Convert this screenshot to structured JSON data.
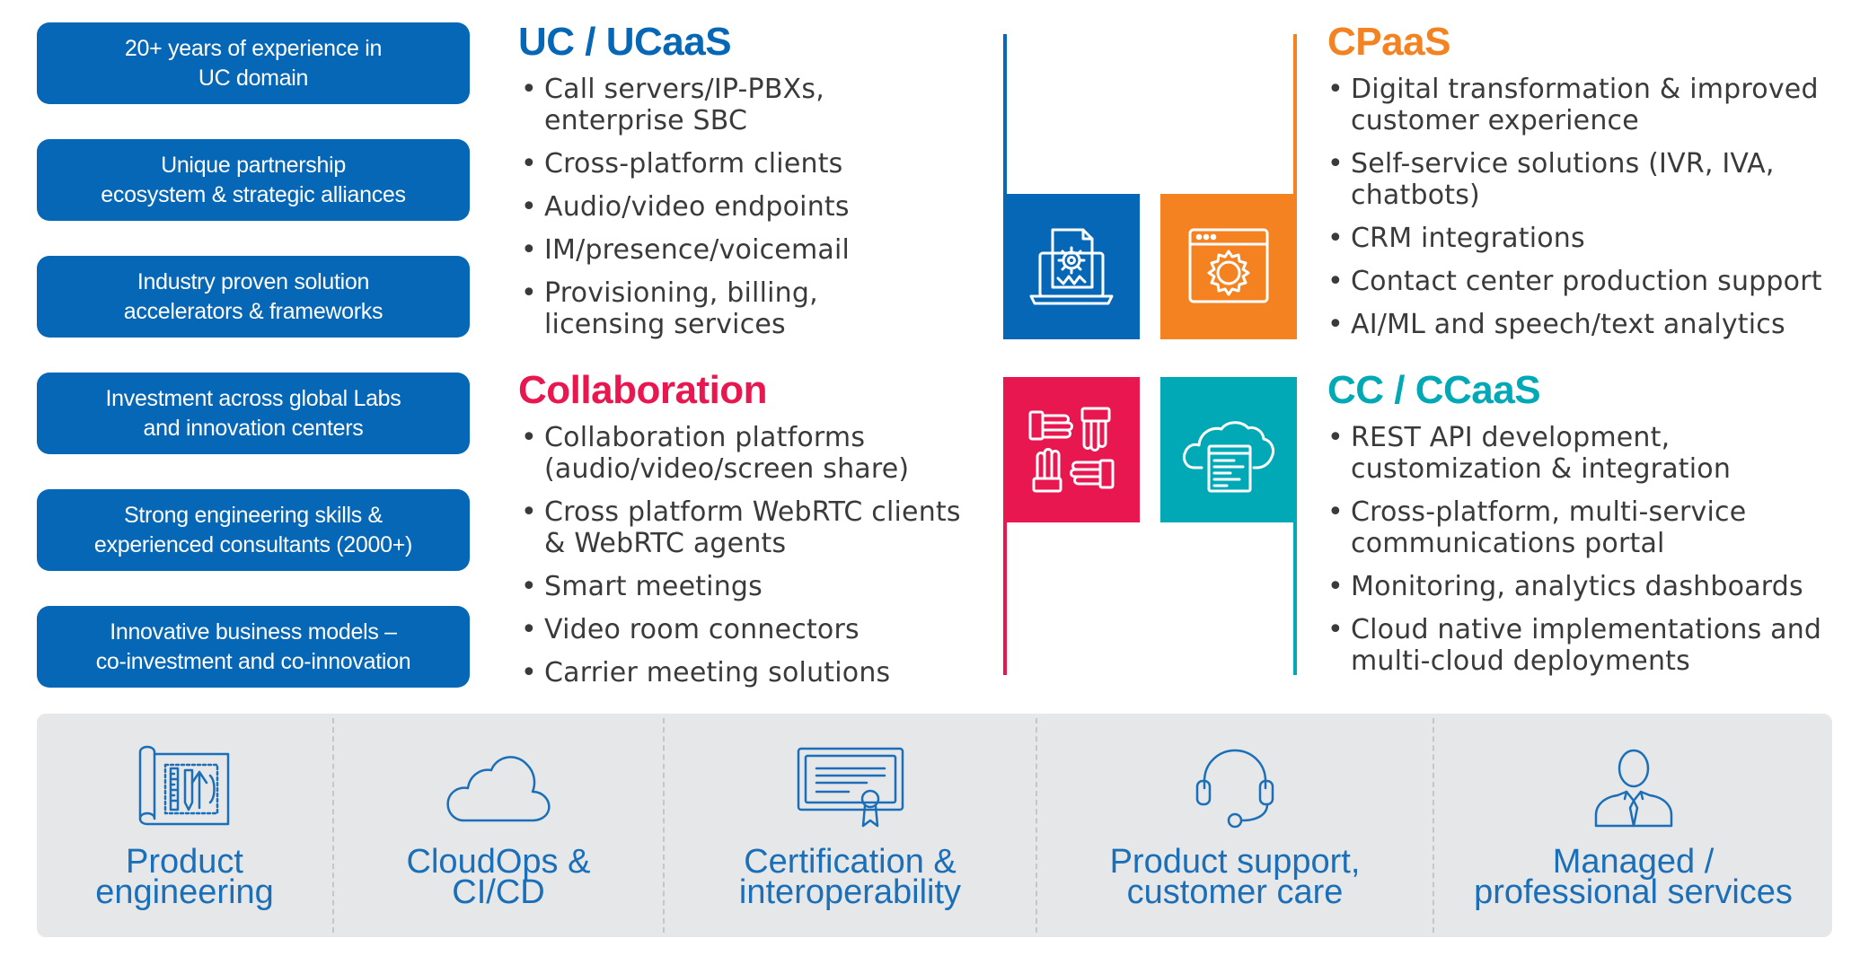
{
  "colors": {
    "blue": "#0667b6",
    "orange": "#f58220",
    "red": "#e8174f",
    "teal": "#00a9b5",
    "band": "#e6e7e8",
    "label_blue": "#1a6fb8"
  },
  "strengths": [
    "20+ years of experience in\nUC domain",
    "Unique partnership\necosystem & strategic alliances",
    "Industry proven solution\naccelerators & frameworks",
    "Investment across global Labs\nand innovation centers",
    "Strong engineering skills &\nexperienced consultants (2000+)",
    "Innovative business models –\nco-investment and co-innovation"
  ],
  "ucaas": {
    "title": "UC / UCaaS",
    "items": [
      "Call servers/IP-PBXs,\nenterprise SBC",
      "Cross-platform clients",
      "Audio/video endpoints",
      "IM/presence/voicemail",
      "Provisioning, billing,\nlicensing services"
    ]
  },
  "collaboration": {
    "title": "Collaboration",
    "items": [
      "Collaboration platforms\n(audio/video/screen share)",
      "Cross platform WebRTC clients\n& WebRTC agents",
      "Smart meetings",
      "Video room connectors",
      "Carrier meeting solutions"
    ]
  },
  "cpaas": {
    "title": "CPaaS",
    "items": [
      "Digital transformation & improved\ncustomer experience",
      "Self-service solutions (IVR, IVA,\nchatbots)",
      "CRM integrations",
      "Contact center production support",
      "AI/ML and speech/text analytics"
    ]
  },
  "ccaas": {
    "title": "CC / CCaaS",
    "items": [
      "REST API development,\ncustomization & integration",
      "Cross-platform, multi-service\ncommunications portal",
      "Monitoring, analytics dashboards",
      "Cloud native implementations and\nmulti-cloud deployments"
    ]
  },
  "tiles": [
    {
      "icon": "laptop-gear-document-icon"
    },
    {
      "icon": "browser-gear-icon"
    },
    {
      "icon": "joined-hands-icon"
    },
    {
      "icon": "cloud-code-icon"
    }
  ],
  "services": [
    {
      "icon": "blueprint-tools-icon",
      "label": "Product\nengineering"
    },
    {
      "icon": "cloud-icon",
      "label": "CloudOps &\nCI/CD"
    },
    {
      "icon": "certificate-icon",
      "label": "Certification &\ninteroperability"
    },
    {
      "icon": "headset-icon",
      "label": "Product support,\ncustomer care"
    },
    {
      "icon": "professional-person-icon",
      "label": "Managed /\nprofessional services"
    }
  ]
}
